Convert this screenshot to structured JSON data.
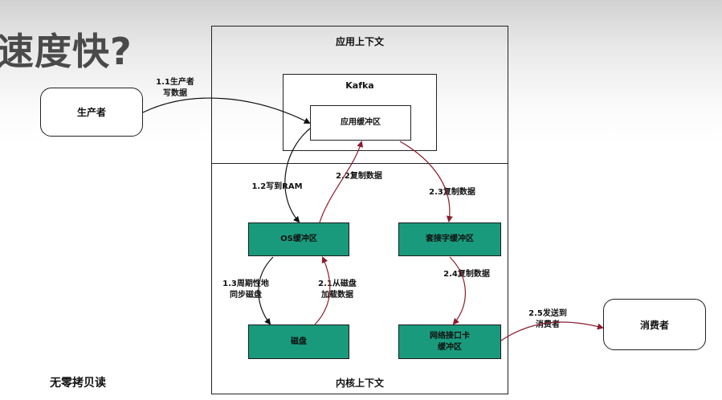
{
  "slide_title": "速度快?",
  "footer_label": "无零拷贝读",
  "contexts": {
    "app": "应用上下文",
    "kernel": "内核上下文"
  },
  "kafka": {
    "label": "Kafka",
    "buffer": "应用缓冲区"
  },
  "producer": "生产者",
  "consumer": "消费者",
  "kernel_boxes": {
    "os_buffer": "OS缓冲区",
    "socket_buffer": "套接字缓冲区",
    "disk": "磁盘",
    "nic_buffer_line1": "网络接口卡",
    "nic_buffer_line2": "缓冲区"
  },
  "steps": {
    "s1_1_line1": "1.1生产者",
    "s1_1_line2": "写数据",
    "s1_2": "1.2写到RAM",
    "s1_3_line1": "1.3周期性地",
    "s1_3_line2": "同步磁盘",
    "s2_1_line1": "2.1从磁盘",
    "s2_1_line2": "加载数据",
    "s2_2": "2.2复制数据",
    "s2_3": "2.3复制数据",
    "s2_4": "2.4复制数据",
    "s2_5_line1": "2.5发送到",
    "s2_5_line2": "消费者"
  },
  "colors": {
    "green_box": "#1a9a7c",
    "write_path_arrow": "#111111",
    "read_path_arrow": "#8b1a2e"
  }
}
